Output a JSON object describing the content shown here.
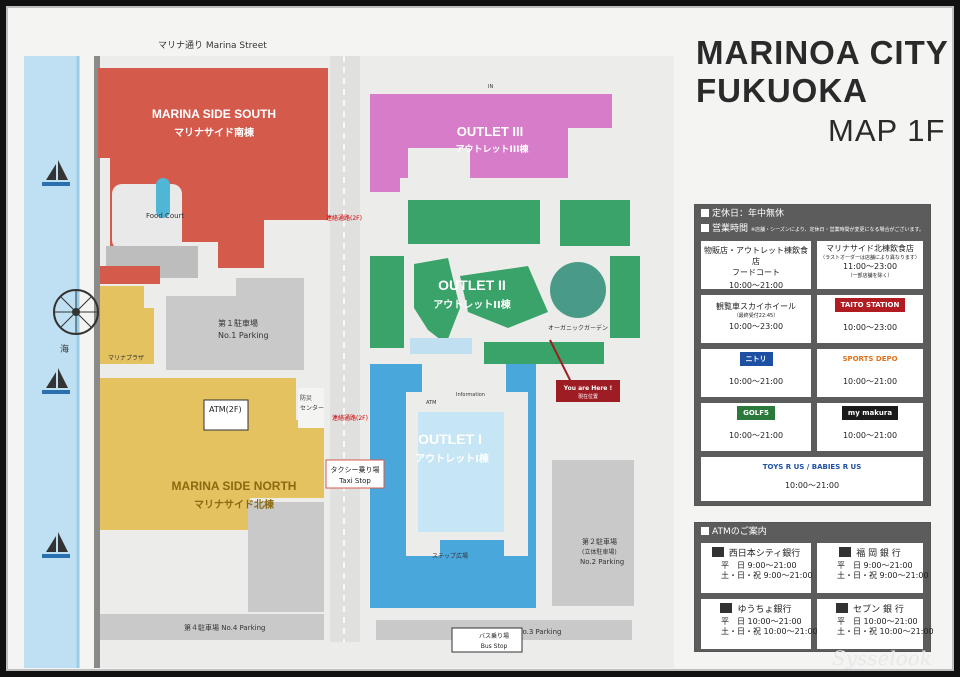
{
  "header": {
    "line1": "MARINOA CITY",
    "line2": "FUKUOKA",
    "line3": "MAP 1F"
  },
  "map": {
    "street_label": "マリナ通り  Marina Street",
    "sea_label": "海",
    "buildings": {
      "marina_side_south": {
        "en": "MARINA SIDE SOUTH",
        "jp": "マリナサイド南棟",
        "color": "#d45a4c"
      },
      "marina_side_north": {
        "en": "MARINA SIDE NORTH",
        "jp": "マリナサイド北棟",
        "color": "#e3c25f"
      },
      "outlet1": {
        "en": "OUTLET I",
        "jp": "アウトレットI棟",
        "color": "#4aa7dc"
      },
      "outlet2": {
        "en": "OUTLET II",
        "jp": "アウトレットII棟",
        "color": "#3aa36a"
      },
      "outlet3": {
        "en": "OUTLET III",
        "jp": "アウトレットIII棟",
        "color": "#d67cc8"
      }
    },
    "labels": {
      "food_court": "Food Court",
      "marina_plaza": "マリナプラザ",
      "parking1_jp": "第１駐車場",
      "parking1_en": "No.1 Parking",
      "parking2_jp": "第２駐車場",
      "parking2_sub": "(立体駐車場)",
      "parking2_en": "No.2 Parking",
      "parking3": "第３駐車場  No.3 Parking",
      "parking4": "第４駐車場  No.4 Parking",
      "atm2f": "ATM(2F)",
      "bosai": "防災",
      "center": "センター",
      "corridor1": "連絡通路(2F)",
      "corridor2": "連絡通路(2F)",
      "taxi_jp": "タクシー乗り場",
      "taxi_en": "Taxi Stop",
      "bus_jp": "バス乗り場",
      "bus_en": "Bus Stop",
      "organic_garden": "オーガニックガーデン",
      "step_plaza": "ステップ広場",
      "info": "Information",
      "atm": "ATM",
      "you_are_here_en": "You are Here !",
      "you_are_here_jp": "現在位置",
      "in": "IN"
    }
  },
  "info_panel": {
    "holiday": "定休日：年中無休",
    "hours_title": "営業時間",
    "hours_note": "※店舗・シーズンにより、定休日・営業時間が変更になる場合がございます。",
    "cells": [
      {
        "name": "物販店・アウトレット棟飲食店\nフードコート",
        "hours": "10:00～21:00"
      },
      {
        "name": "マリナサイド北棟飲食店",
        "note": "（ラストオーダーは店舗により異なります）",
        "hours": "11:00～23:00",
        "sub": "（一部店舗を除く）"
      },
      {
        "name": "観覧車スカイホイール",
        "note": "（最終受付22:45）",
        "hours": "10:00～23:00"
      },
      {
        "logo": "TAITO STATION",
        "hours": "10:00～23:00"
      },
      {
        "logo": "ニトリ",
        "hours": "10:00～21:00"
      },
      {
        "logo": "SPORTS DEPO",
        "hours": "10:00～21:00"
      },
      {
        "logo": "GOLF5",
        "hours": "10:00～21:00"
      },
      {
        "logo": "my makura",
        "hours": "10:00～21:00"
      },
      {
        "logo": "TOYS R US / BABIES R US",
        "hours": "10:00～21:00"
      }
    ]
  },
  "atm_panel": {
    "title": "ATMのご案内",
    "banks": [
      {
        "name": "西日本シティ銀行",
        "r1": "平　日  9:00～21:00",
        "r2": "土・日・祝  9:00～21:00"
      },
      {
        "name": "福 岡 銀 行",
        "r1": "平　日  9:00～21:00",
        "r2": "土・日・祝  9:00～21:00"
      },
      {
        "name": "ゆうちょ銀行",
        "r1": "平　日  10:00～21:00",
        "r2": "土・日・祝  10:00～21:00"
      },
      {
        "name": "セブン 銀 行",
        "r1": "平　日  10:00～21:00",
        "r2": "土・日・祝  10:00～21:00"
      }
    ]
  },
  "watermark": "Sysselook",
  "colors": {
    "sea": "#bfe0f2",
    "road": "#e6e6e4",
    "gray_block": "#c7c7c7",
    "panel": "#5c5c5c",
    "you_are_here": "#9e1d24"
  }
}
